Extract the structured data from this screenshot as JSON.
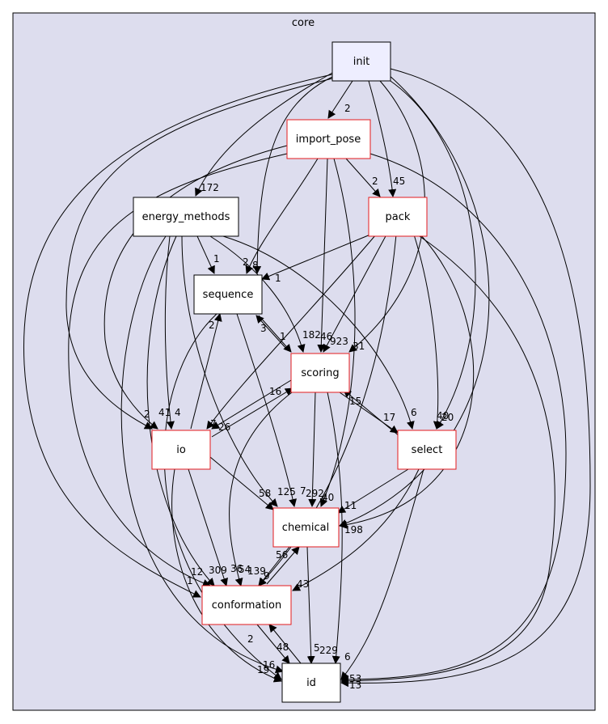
{
  "cluster": {
    "title": "core"
  },
  "nodes": {
    "init": "init",
    "import_pose": "import_pose",
    "energy_methods": "energy_methods",
    "pack": "pack",
    "sequence": "sequence",
    "scoring": "scoring",
    "io": "io",
    "select": "select",
    "chemical": "chemical",
    "conformation": "conformation",
    "id": "id"
  },
  "edge_labels": {
    "l_2": "2",
    "l_172": "172",
    "l_2b": "2",
    "l_45": "45",
    "l_1": "1",
    "l_8": "8",
    "l_2c": "2",
    "l_1b": "1",
    "l_2d": "2",
    "l_3": "3",
    "l_1c": "1",
    "l_182": "182",
    "l_46": "46",
    "l_923": "923",
    "l_31": "31",
    "l_16": "16",
    "l_15": "15",
    "l_6": "6",
    "l_17": "17",
    "l_40": "40",
    "l_20": "20",
    "l_2e": "2",
    "l_41": "41",
    "l_4": "4",
    "l_7": "7",
    "l_26": "26",
    "l_58": "58",
    "l_125": "125",
    "l_7b": "7",
    "l_292": "292",
    "l_40b": "40",
    "l_11": "11",
    "l_198": "198",
    "l_12": "12",
    "l_1d": "1",
    "l_309": "309",
    "l_36": "36",
    "l_54": "54",
    "l_139": "139",
    "l_9": "9",
    "l_56": "56",
    "l_43": "43",
    "l_2f": "2",
    "l_48": "48",
    "l_16b": "16",
    "l_19": "19",
    "l_5": "5",
    "l_229": "229",
    "l_6b": "6",
    "l_53": "53",
    "l_13": "13"
  }
}
